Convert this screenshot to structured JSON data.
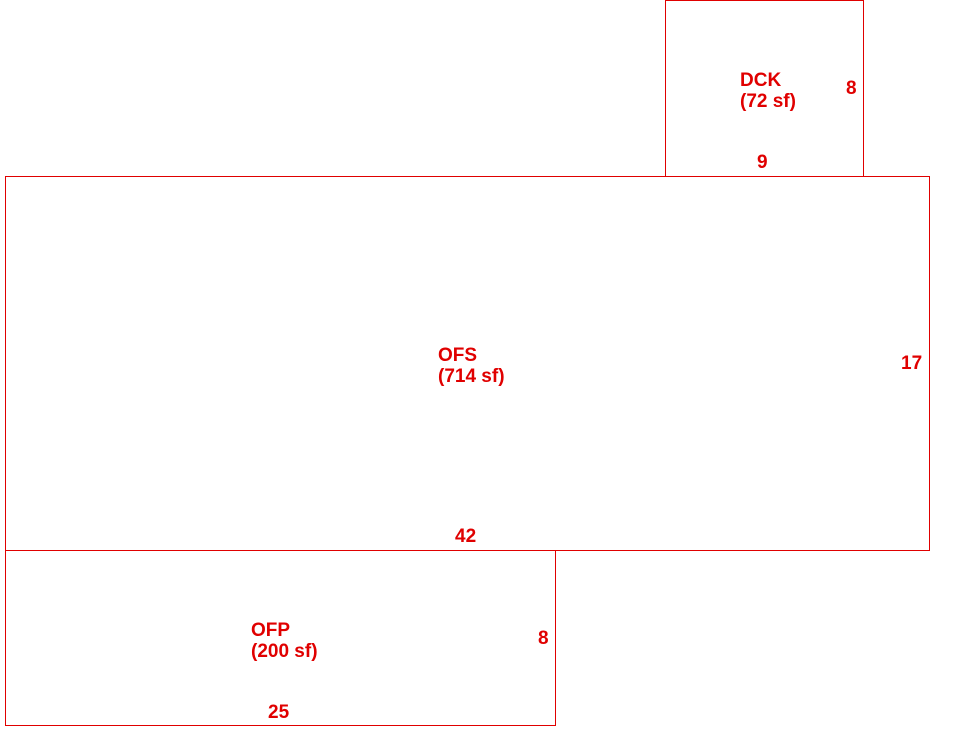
{
  "colors": {
    "line": "#e00000",
    "text": "#e00000",
    "background": "#ffffff"
  },
  "rooms": {
    "dck": {
      "code": "DCK",
      "area": "(72 sf)",
      "side_dimension": "8",
      "bottom_dimension": "9"
    },
    "ofs": {
      "code": "OFS",
      "area": "(714 sf)",
      "side_dimension": "17",
      "bottom_dimension": "42"
    },
    "ofp": {
      "code": "OFP",
      "area": "(200 sf)",
      "side_dimension": "8",
      "bottom_dimension": "25"
    }
  }
}
